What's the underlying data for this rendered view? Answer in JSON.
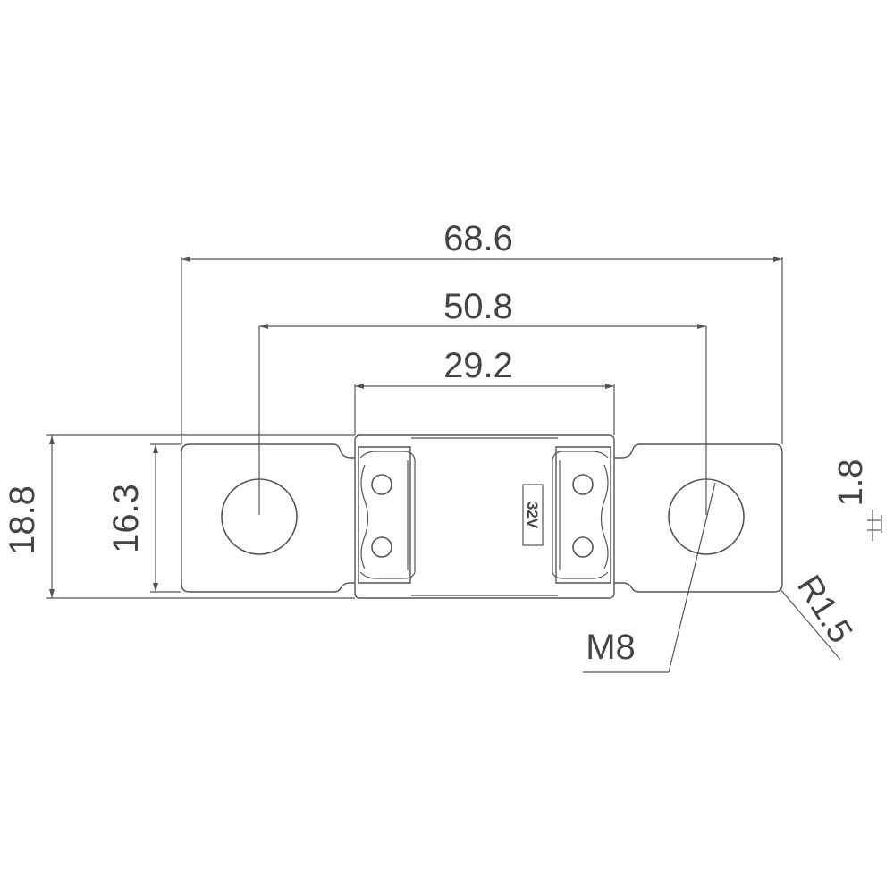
{
  "drawing": {
    "dimensions": {
      "overall_length": "68.6",
      "hole_spacing": "50.8",
      "body_length": "29.2",
      "overall_height": "18.8",
      "terminal_height": "16.3",
      "thickness": "1.8",
      "corner_radius": "R1.5",
      "bolt_size": "M8"
    },
    "body_marking": "32V"
  }
}
